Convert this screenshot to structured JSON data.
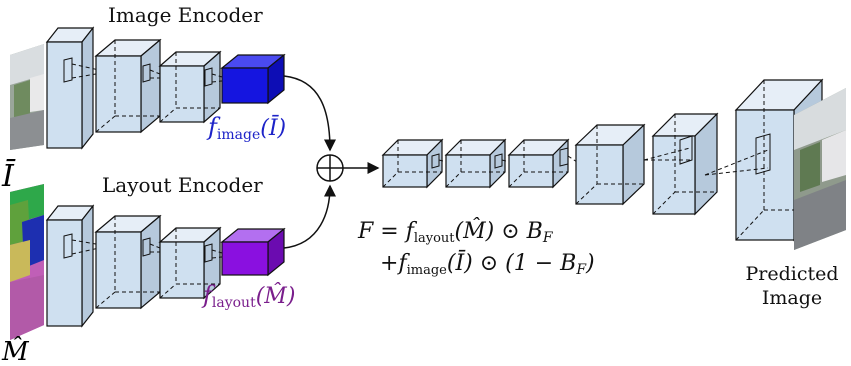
{
  "encoders": {
    "image_title": "Image Encoder",
    "layout_title": "Layout Encoder"
  },
  "features": {
    "image": {
      "f": "f",
      "sub": "image",
      "arg": "(Ī)"
    },
    "layout": {
      "f": "f",
      "sub": "layout",
      "arg": "(M̂)"
    }
  },
  "inputs": {
    "image_symbol": "Ī",
    "layout_symbol": "M̂"
  },
  "equation": {
    "line1_prefix": "F = ",
    "line1_f": "f",
    "line1_sub": "layout",
    "line1_rest": "(M̂) ⊙ B",
    "line1_sub2": "F",
    "line2_prefix": "+",
    "line2_f": "f",
    "line2_sub": "image",
    "line2_rest": "(Ī) ⊙ (1 − B",
    "line2_sub2": "F",
    "line2_end": ")"
  },
  "output": {
    "line1": "Predicted",
    "line2": "Image"
  },
  "colors": {
    "block_face": "#cfe0f0",
    "block_top": "#e6eef7",
    "block_side": "#b6c9dc",
    "image_feature": "#1515e0",
    "layout_feature": "#8a10e0",
    "image_text": "#1d23c8",
    "layout_text": "#7a1e8c"
  },
  "icons": [
    "sum-icon",
    "arrow-icon"
  ]
}
